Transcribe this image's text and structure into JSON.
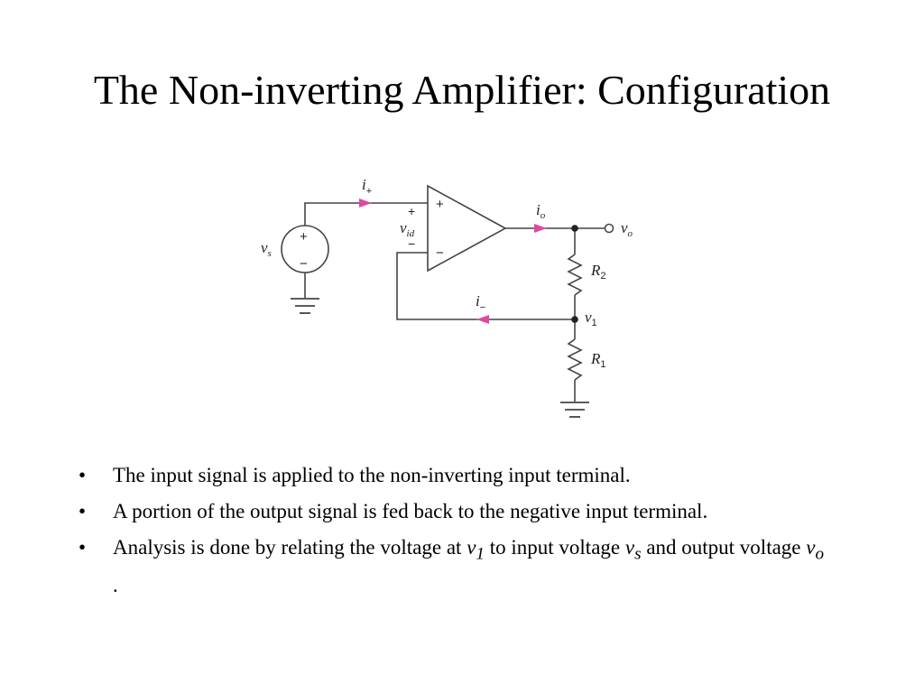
{
  "title": "The Non-inverting Amplifier: Configuration",
  "diagram": {
    "labels": {
      "i_plus": {
        "main": "i",
        "sub": "+"
      },
      "i_o": {
        "main": "i",
        "sub": "o"
      },
      "v_o": {
        "main": "v",
        "sub": "o"
      },
      "v_id": {
        "main": "v",
        "sub": "id"
      },
      "v_s": {
        "main": "v",
        "sub": "s"
      },
      "R2": {
        "main": "R",
        "sub": "2"
      },
      "v1": {
        "main": "v",
        "sub": "1"
      },
      "i_minus": {
        "main": "i",
        "sub": "−"
      },
      "R1": {
        "main": "R",
        "sub": "1"
      }
    },
    "signs": {
      "opamp_plus": "+",
      "opamp_minus": "−",
      "vid_plus": "+",
      "vid_minus": "−",
      "source_plus": "+",
      "source_minus": "−"
    },
    "colors": {
      "wire": "#444444",
      "current_arrow": "#e0479e"
    }
  },
  "bullets": {
    "marker": "•",
    "b1": "The input signal is applied to the non-inverting input terminal.",
    "b2": "A portion of the output signal is fed back to the negative input terminal.",
    "b3": {
      "t1": "Analysis is done by relating the voltage at ",
      "v1_main": "v",
      "v1_sub": "1",
      "t2": " to input voltage ",
      "vs_main": "v",
      "vs_sub": "s",
      "t3": " and output voltage ",
      "vo_main": "v",
      "vo_sub": "o",
      "t4": " ."
    }
  }
}
